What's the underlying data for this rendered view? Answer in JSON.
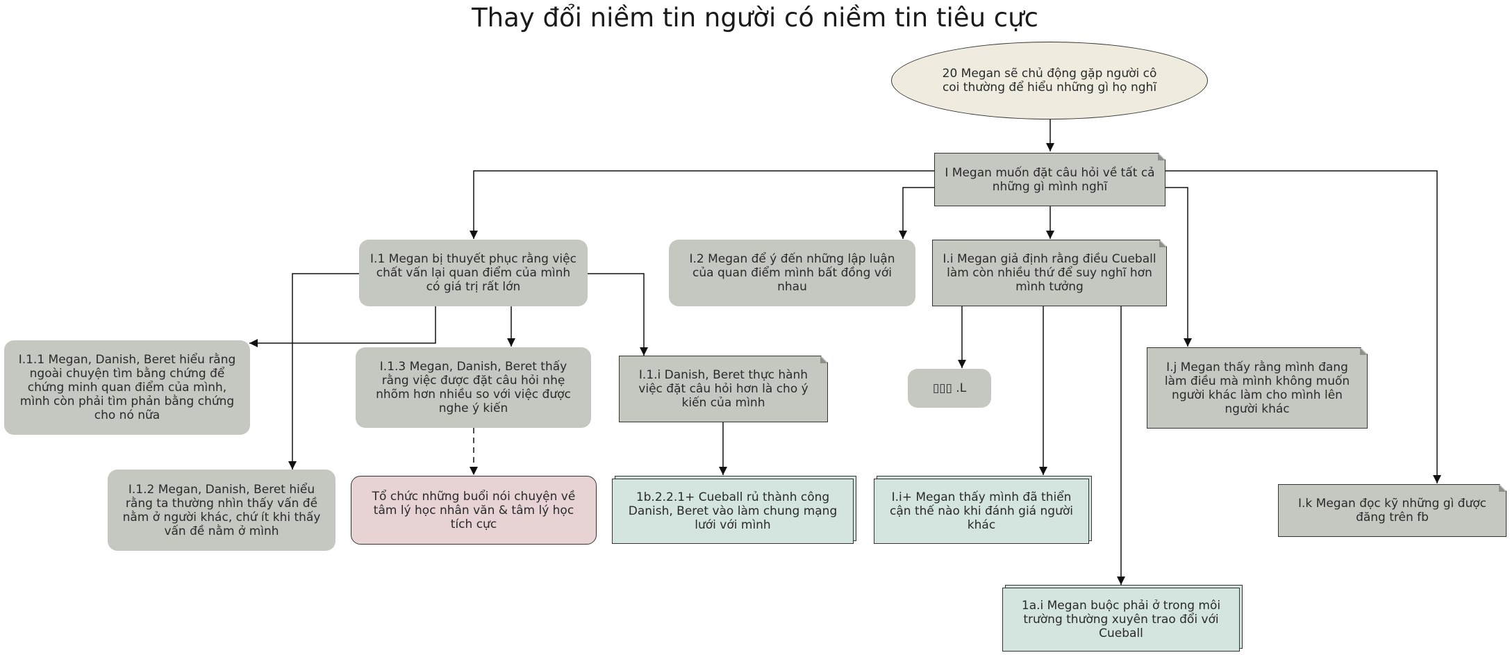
{
  "title": "Thay đổi niềm tin người có niềm tin tiêu cực",
  "nodes": {
    "root": "20 Megan sẽ chủ động gặp người cô coi thường để hiểu những gì họ nghĩ",
    "i": "I Megan muốn đặt câu hỏi về tất cả những gì mình nghĩ",
    "i1": "I.1 Megan bị thuyết phục rằng việc chất vấn lại quan điểm của mình có giá trị rất lớn",
    "i2": "I.2 Megan để ý đến những lập luận của quan điểm mình bất đồng với nhau",
    "ii": "I.i Megan giả định rằng điều Cueball làm còn nhiều thứ để suy nghĩ hơn mình tưởng",
    "i11": "I.1.1 Megan, Danish, Beret hiểu rằng ngoài chuyện tìm bằng chứng để chứng minh quan điểm của mình, mình còn phải tìm phản bằng chứng cho nó nữa",
    "i13": "I.1.3 Megan, Danish, Beret thấy rằng việc được đặt câu hỏi nhẹ nhõm hơn nhiều so với việc được nghe ý kiến",
    "i1i": "I.1.i Danish, Beret thực hành việc đặt câu hỏi hơn là cho ý kiến của mình",
    "iL": "▯▯▯ .L",
    "ij": "I.j Megan thấy rằng mình đang làm điều mà mình không muốn người khác làm cho mình lên người khác",
    "i12": "I.1.2 Megan, Danish, Beret hiểu rằng ta thường nhìn thấy vấn đề nằm ở người khác, chứ ít khi thấy vấn đề nằm ở mình",
    "pink": "Tổ chức những buổi nói chuyện về tâm lý học nhân văn & tâm lý học tích cực",
    "b221": "1b.2.2.1+ Cueball rủ thành công Danish, Beret vào làm chung mạng lưới với mình",
    "iiplus": "I.i+ Megan thấy mình đã thiển cận thế nào khi đánh giá người khác",
    "ik": "I.k Megan đọc kỹ những gì được đăng trên fb",
    "ai": "1a.i Megan buộc phải ở trong môi trường thường xuyên trao đổi với Cueball"
  }
}
